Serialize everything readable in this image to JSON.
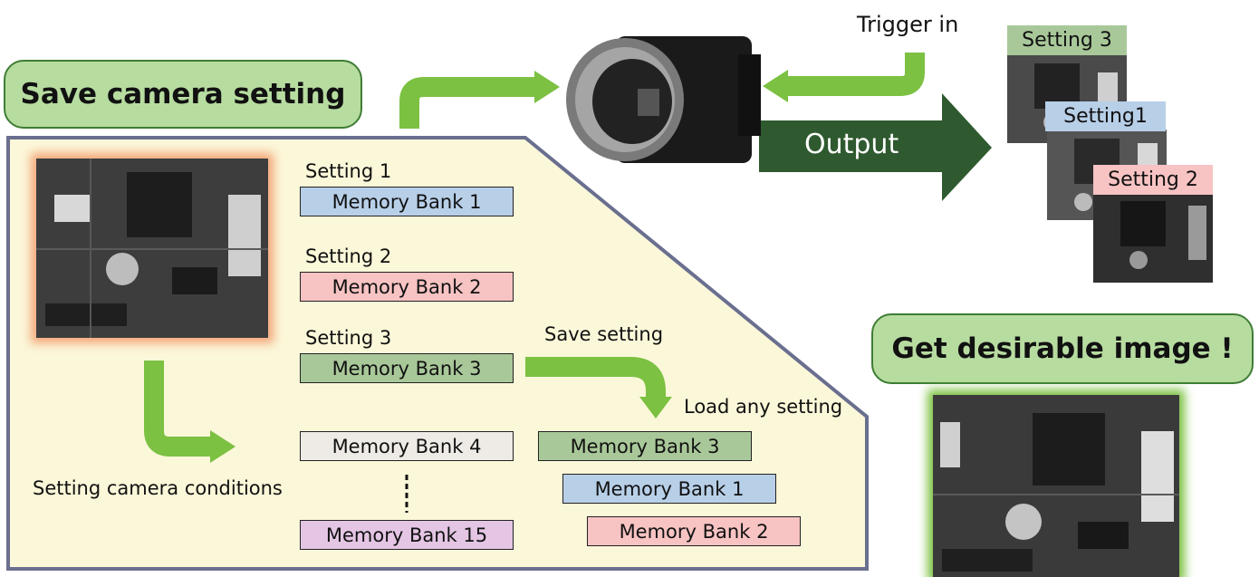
{
  "title_save": "Save camera setting",
  "title_get": "Get desirable image !",
  "trigger_label": "Trigger in",
  "output_label": "Output",
  "setting_conditions_label": "Setting camera conditions",
  "save_setting_label": "Save setting",
  "load_setting_label": "Load any setting",
  "settings": [
    {
      "label": "Setting 1",
      "bank": "Memory Bank 1"
    },
    {
      "label": "Setting 2",
      "bank": "Memory Bank 2"
    },
    {
      "label": "Setting 3",
      "bank": "Memory Bank 3"
    }
  ],
  "other_banks": [
    "Memory Bank 4",
    "Memory Bank 15"
  ],
  "loaded_banks": [
    "Memory Bank 3",
    "Memory Bank 1",
    "Memory Bank 2"
  ],
  "stack_tags": [
    "Setting 3",
    "Setting1",
    "Setting 2"
  ],
  "colors": {
    "blue": "#b8cfe8",
    "pink": "#f7c3c3",
    "green": "#a9c89a",
    "gray": "#eeebe6",
    "purple": "#e4c6e4",
    "arrow": "#7cc142",
    "dark_arrow": "#2f5a2f",
    "panel": "#fbf7d9",
    "panel_border": "#6a6f8f"
  }
}
